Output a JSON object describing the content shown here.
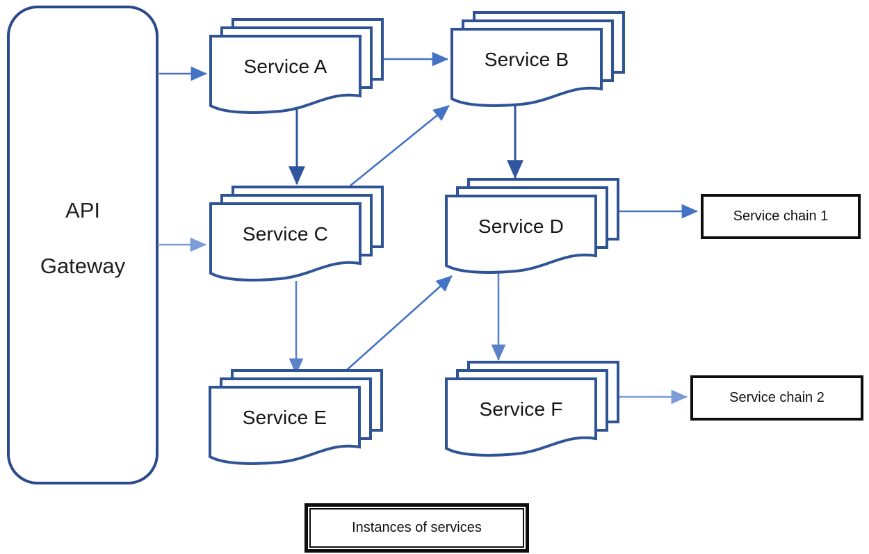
{
  "gateway": {
    "line1": "API",
    "line2": "Gateway"
  },
  "services": [
    {
      "id": "A",
      "label": "Service A"
    },
    {
      "id": "B",
      "label": "Service B"
    },
    {
      "id": "C",
      "label": "Service C"
    },
    {
      "id": "D",
      "label": "Service D"
    },
    {
      "id": "E",
      "label": "Service E"
    },
    {
      "id": "F",
      "label": "Service F"
    }
  ],
  "chains": [
    {
      "label": "Service chain 1"
    },
    {
      "label": "Service chain 2"
    }
  ],
  "caption": "Instances of services",
  "connections": [
    {
      "from": "API Gateway",
      "to": "Service A"
    },
    {
      "from": "API Gateway",
      "to": "Service C"
    },
    {
      "from": "Service A",
      "to": "Service B"
    },
    {
      "from": "Service A",
      "to": "Service C"
    },
    {
      "from": "Service C",
      "to": "Service B"
    },
    {
      "from": "Service B",
      "to": "Service D"
    },
    {
      "from": "Service C",
      "to": "Service E"
    },
    {
      "from": "Service E",
      "to": "Service D"
    },
    {
      "from": "Service D",
      "to": "Service F"
    },
    {
      "from": "Service D",
      "to": "Service chain 1"
    },
    {
      "from": "Service F",
      "to": "Service chain 2"
    }
  ],
  "colors": {
    "stack_border": "#2F5496",
    "gateway_border": "#2B4A8B",
    "arrow_dark": "#3056A0",
    "arrow_medium": "#4472C4",
    "arrow_medium_light": "#5B82C8",
    "arrow_light": "#7C9CD8",
    "box_border": "#0D0D0D"
  }
}
